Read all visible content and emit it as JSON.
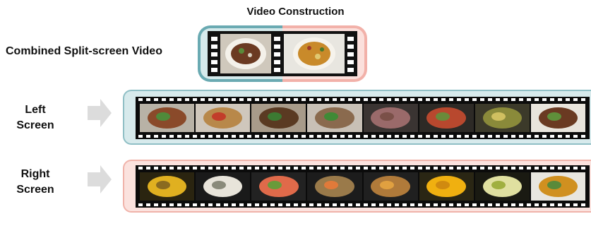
{
  "title": "Video Construction",
  "combined_label": "Combined Split-screen Video",
  "left_label": [
    "Left",
    "Screen"
  ],
  "right_label": [
    "Right",
    "Screen"
  ],
  "colors": {
    "left_accent": "#6aaab2",
    "left_fill": "#d7eaec",
    "right_accent": "#f2b1a9",
    "right_fill": "#fbe2de",
    "arrow": "#d9d9d9"
  },
  "left_frames": [
    {
      "bg": "#b8b2a6",
      "food": "#8a4a2a",
      "accent": "#4f8a3a"
    },
    {
      "bg": "#cfc7bc",
      "food": "#b8884a",
      "accent": "#c23d2a"
    },
    {
      "bg": "#a89b8a",
      "food": "#5a3a22",
      "accent": "#3c7a32"
    },
    {
      "bg": "#c8c0b6",
      "food": "#8a6a4e",
      "accent": "#3f8a36"
    },
    {
      "bg": "#3a3432",
      "food": "#9a6a6a",
      "accent": "#7a5048"
    },
    {
      "bg": "#2d2a26",
      "food": "#b8482e",
      "accent": "#6a8a3a"
    },
    {
      "bg": "#3c3a2a",
      "food": "#8a8a3a",
      "accent": "#d0c060"
    },
    {
      "bg": "#e8e4dc",
      "food": "#6a3a22",
      "accent": "#5f8f3a"
    }
  ],
  "right_frames": [
    {
      "bg": "#2a2410",
      "food": "#e0b020",
      "accent": "#8a6a20"
    },
    {
      "bg": "#1a1a1a",
      "food": "#e8e4da",
      "accent": "#8a8a7a"
    },
    {
      "bg": "#222222",
      "food": "#e06a4a",
      "accent": "#6a9a3a"
    },
    {
      "bg": "#1c1c1c",
      "food": "#9a7a4a",
      "accent": "#e07a3a"
    },
    {
      "bg": "#202020",
      "food": "#b07a3a",
      "accent": "#e0a040"
    },
    {
      "bg": "#2a2614",
      "food": "#f0b010",
      "accent": "#d08a10"
    },
    {
      "bg": "#1a1a12",
      "food": "#e0e0a0",
      "accent": "#a0b040"
    },
    {
      "bg": "#e8e6e0",
      "food": "#d09020",
      "accent": "#5a8a3a"
    }
  ]
}
